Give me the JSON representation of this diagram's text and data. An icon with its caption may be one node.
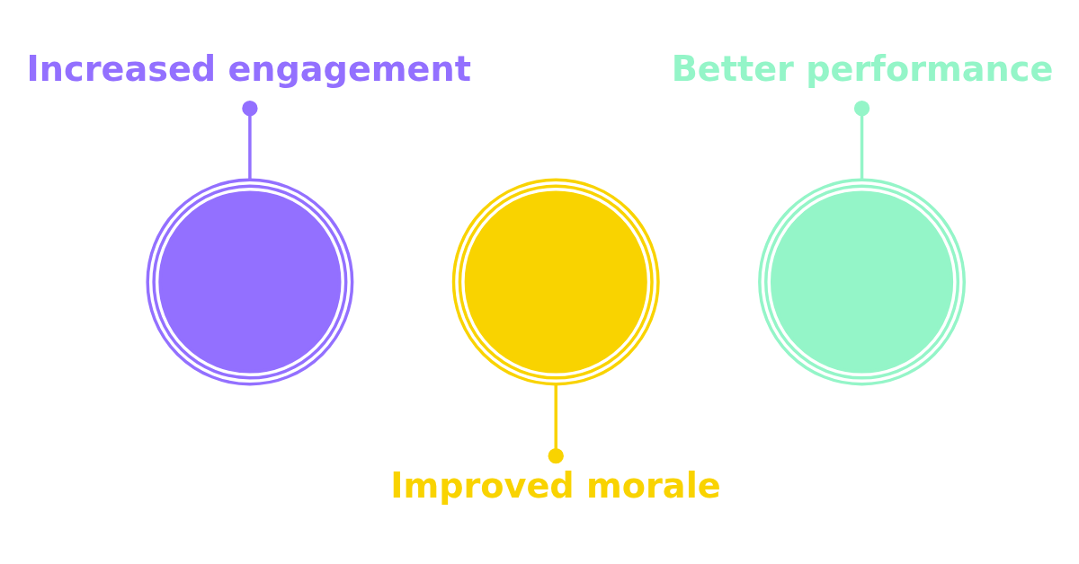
{
  "diagram": {
    "nodes": [
      {
        "text": [
          "Increased engagement"
        ]
      },
      {
        "text": [
          "Better performance"
        ]
      },
      {
        "text": [],
        "shape": "circle"
      },
      {
        "text": [],
        "shape": "circle"
      },
      {
        "text": [],
        "shape": "circle"
      },
      {
        "text": [
          "Improved morale"
        ]
      }
    ],
    "edges": [
      {
        "from": 0,
        "to": 2,
        "arrow": "other",
        "color": "#9370ff"
      },
      {
        "from": 1,
        "to": 4,
        "arrow": "other",
        "color": "#94f5c8"
      },
      {
        "from": 3,
        "to": 5,
        "arrow": "other",
        "color": "#f9d300"
      }
    ]
  }
}
